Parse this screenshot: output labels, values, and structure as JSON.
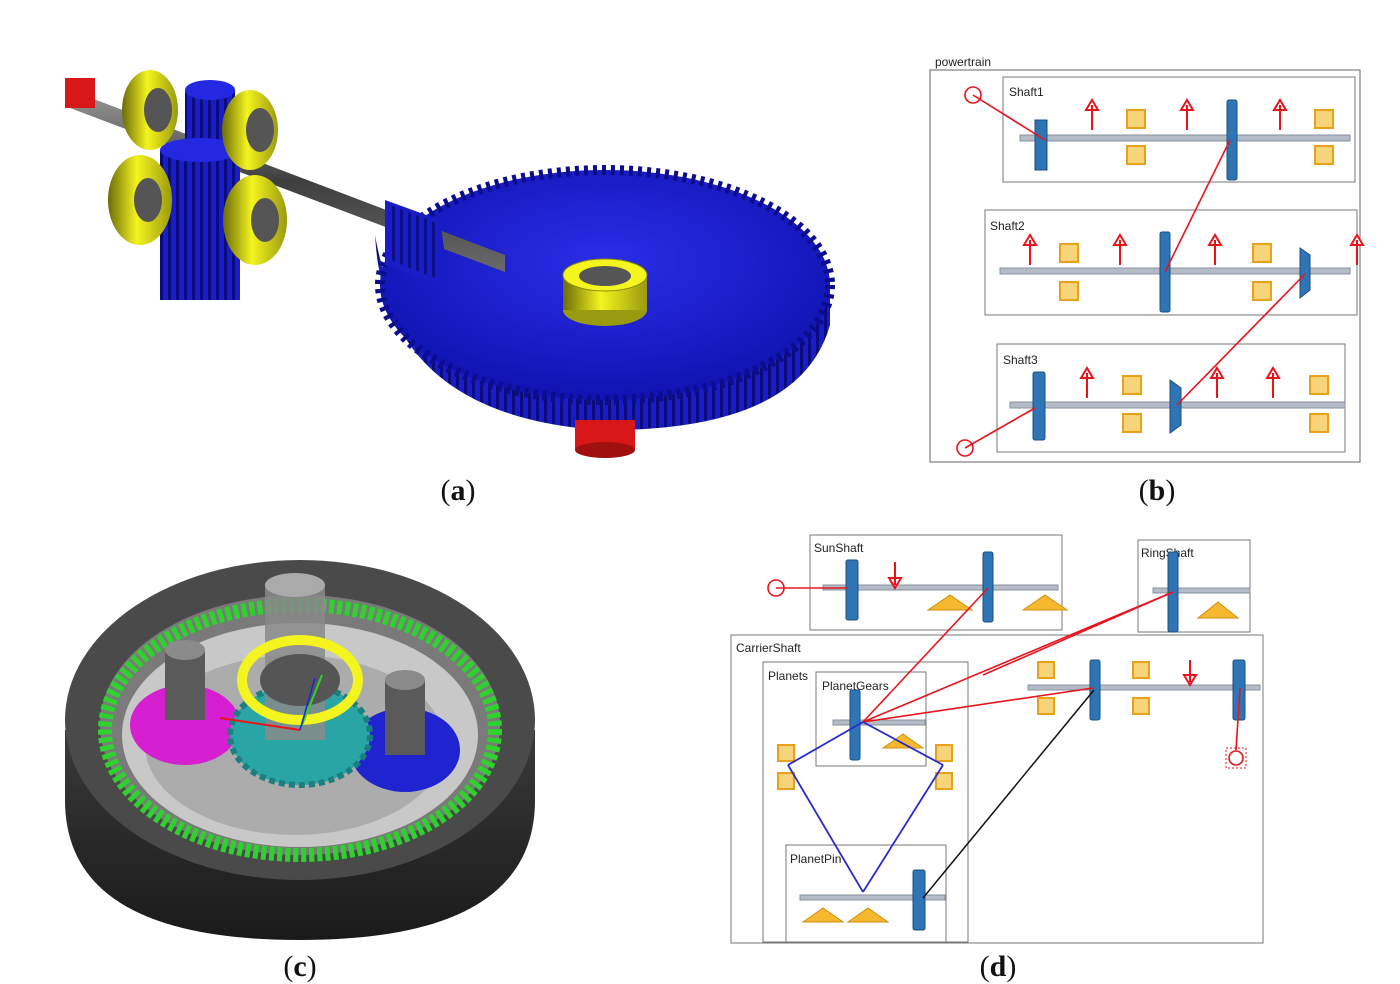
{
  "captions": {
    "a": "a",
    "b": "b",
    "c": "c",
    "d": "d"
  },
  "diagram_b": {
    "title": "powertrain",
    "shafts": [
      "Shaft1",
      "Shaft2",
      "Shaft3"
    ]
  },
  "diagram_d": {
    "sun": "SunShaft",
    "ring": "RingShaft",
    "carrier": "CarrierShaft",
    "planets": "Planets",
    "planet_gears": "PlanetGears",
    "planet_pin": "PlanetPin"
  },
  "colors": {
    "gear_blue": "#1f22d6",
    "bearing_yellow": "#e9e91c",
    "link_red": "#e8141c",
    "schematic_gear": "#2f74b5",
    "bearing_orange": "#e8a21a",
    "ring_green": "#2ed12e",
    "planet_magenta": "#d51fd0",
    "sun_teal": "#2aa5a5"
  }
}
